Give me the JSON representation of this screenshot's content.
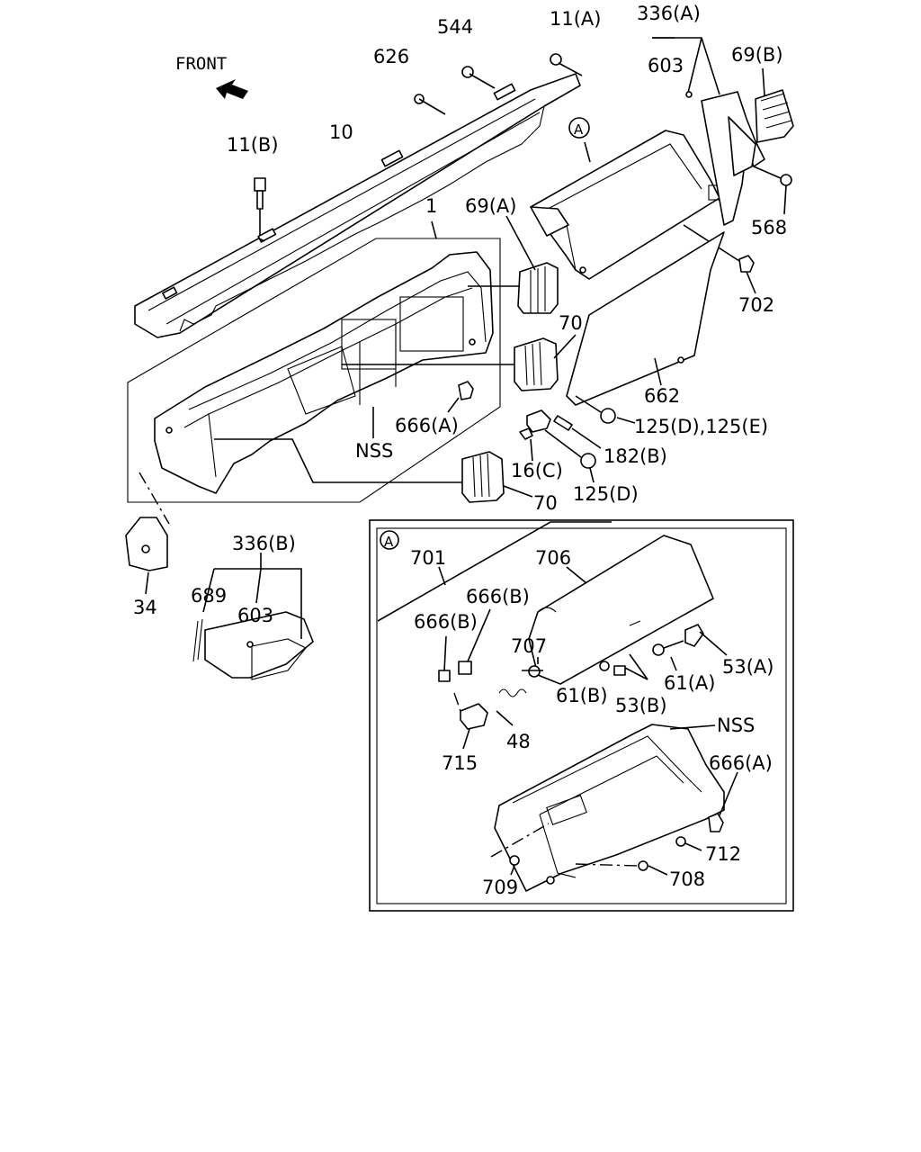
{
  "front_label": "FRONT",
  "callouts": {
    "544": "544",
    "11A": "11(A)",
    "336A": "336(A)",
    "626": "626",
    "603_top": "603",
    "69B": "69(B)",
    "11B": "11(B)",
    "10": "10",
    "circleA_main": "A",
    "1": "1",
    "69A": "69(A)",
    "568": "568",
    "702": "702",
    "70_mid": "70",
    "662": "662",
    "666A_main": "666(A)",
    "NSS_main": "NSS",
    "125DE": "125(D),125(E)",
    "182B": "182(B)",
    "16C": "16(C)",
    "125D": "125(D)",
    "70_bottom": "70",
    "34": "34",
    "336B": "336(B)",
    "689": "689",
    "603_bottom": "603",
    "circleA_inset": "A",
    "701": "701",
    "706": "706",
    "666B_1": "666(B)",
    "666B_2": "666(B)",
    "707": "707",
    "53A": "53(A)",
    "61A": "61(A)",
    "61B": "61(B)",
    "53B": "53(B)",
    "48": "48",
    "715": "715",
    "NSS_inset": "NSS",
    "666A_inset": "666(A)",
    "712": "712",
    "709": "709",
    "708": "708"
  }
}
